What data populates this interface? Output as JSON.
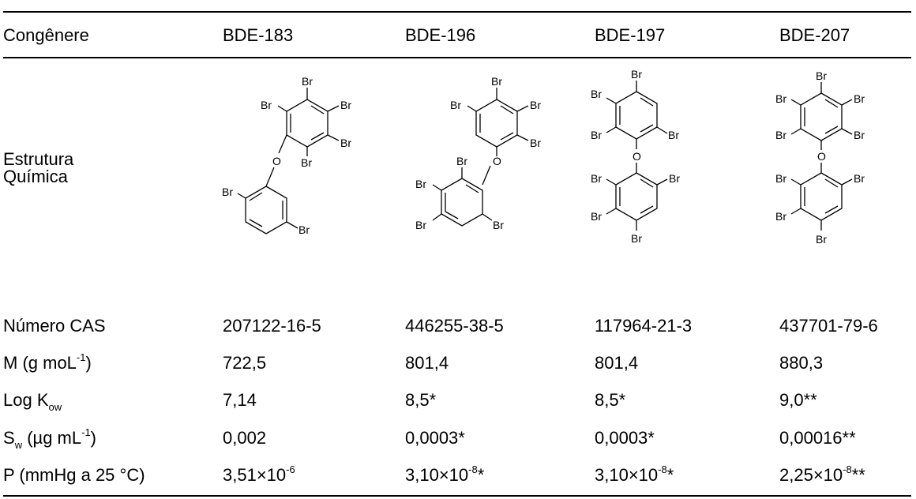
{
  "table": {
    "header": [
      "Congênere",
      "BDE-183",
      "BDE-196",
      "BDE-197",
      "BDE-207"
    ],
    "structure_label_line1": "Estrutura",
    "structure_label_line2": "Química",
    "atom_labels": {
      "bromine": "Br",
      "oxygen": "O"
    },
    "cas": {
      "label": "Número CAS",
      "values": [
        "207122-16-5",
        "446255-38-5",
        "117964-21-3",
        "437701-79-6"
      ]
    },
    "mass": {
      "label_main": "M (g moL",
      "label_sup": "-1",
      "label_end": ")",
      "values": [
        "722,5",
        "801,4",
        "801,4",
        "880,3"
      ]
    },
    "logkow": {
      "label_main": "Log K",
      "label_sub": "ow",
      "values": [
        "7,14",
        "8,5*",
        "8,5*",
        "9,0**"
      ]
    },
    "sw": {
      "label_main": "S",
      "label_sub": "w",
      "label_mid": " (µg mL",
      "label_sup": "-1",
      "label_end": ")",
      "values": [
        "0,002",
        "0,0003*",
        "0,0003*",
        "0,00016**"
      ]
    },
    "pressure": {
      "label": "P (mmHg a 25 °C)",
      "values": [
        {
          "base": "3,51×10",
          "exp": "-6",
          "suffix": ""
        },
        {
          "base": "3,10×10",
          "exp": "-8",
          "suffix": "*"
        },
        {
          "base": "3,10×10",
          "exp": "-8",
          "suffix": "*"
        },
        {
          "base": "2,25×10",
          "exp": "-8",
          "suffix": "**"
        }
      ]
    }
  }
}
